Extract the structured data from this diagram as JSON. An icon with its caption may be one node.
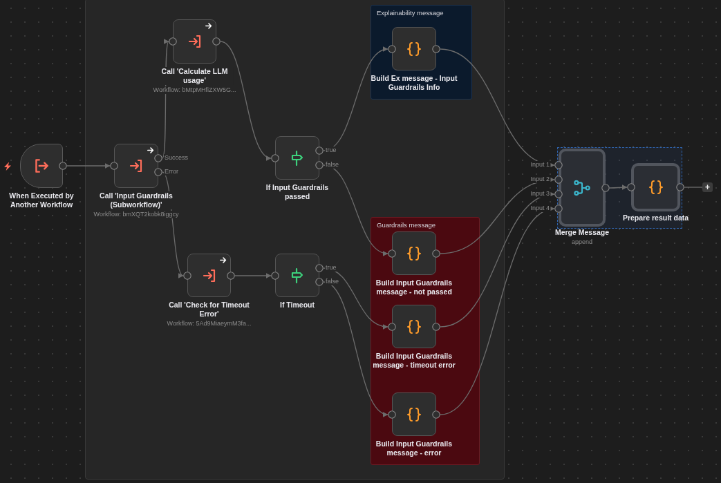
{
  "diagram": {
    "nodes": [
      {
        "text": [
          "When Executed by Another Workflow"
        ]
      },
      {
        "text": [
          "Success",
          "Error",
          "Call 'Input Guardrails (Subworkflow)'",
          "Workflow: bmXQT2kobk8iggcy"
        ]
      },
      {
        "text": [
          "Call 'Calculate LLM usage'",
          "Workflow: bMtpMHfiZXW5G..."
        ]
      },
      {
        "text": [
          "Call 'Check for Timeout Error'",
          "Workflow: 5Ad9MiaeymM3fa..."
        ]
      },
      {
        "text": [
          "true",
          "false",
          "If Input Guardrails passed"
        ]
      },
      {
        "text": [
          "If Timeout"
        ],
        "beside": [
          "true",
          "false"
        ]
      },
      {
        "text": [
          "Explainability message"
        ]
      },
      {
        "text": [
          "Build Ex message - Input Guardrails Info"
        ],
        "in": 6
      },
      {
        "text": [
          "Guardrails message"
        ]
      },
      {
        "text": [
          "Build Input Guardrails message - not passed"
        ],
        "in": 8
      },
      {
        "text": [
          "Build Input Guardrails message - timeout error"
        ],
        "in": 8
      },
      {
        "text": [
          "Build Input Guardrails message - error"
        ],
        "in": 8
      },
      {
        "text": [
          "Merge Message",
          "append"
        ],
        "beside": [
          "Input 1",
          "Input 2",
          "Input 3",
          "Input 4"
        ]
      },
      {
        "text": [
          "Prepare result data"
        ]
      },
      {
        "text": [
          "+"
        ]
      }
    ],
    "edges": [
      {
        "from": 0,
        "to": 1,
        "arrow": "to"
      },
      {
        "from": 1,
        "to": 2,
        "arrow": "to"
      },
      {
        "from": 1,
        "to": 3,
        "arrow": "to"
      },
      {
        "from": 2,
        "to": 4,
        "arrow": "to"
      },
      {
        "from": 3,
        "to": 5,
        "arrow": "to"
      },
      {
        "from": 4,
        "to": 7,
        "arrow": "to"
      },
      {
        "from": 4,
        "to": 9,
        "arrow": "to"
      },
      {
        "from": 5,
        "to": 10,
        "arrow": "to"
      },
      {
        "from": 5,
        "to": 11,
        "arrow": "to"
      },
      {
        "from": 7,
        "to": 12,
        "arrow": "to"
      },
      {
        "from": 9,
        "to": 12,
        "arrow": "to"
      },
      {
        "from": 10,
        "to": 12,
        "arrow": "to"
      },
      {
        "from": 11,
        "to": 12,
        "arrow": "to"
      },
      {
        "from": 12,
        "to": 13,
        "arrow": "to"
      },
      {
        "from": 13,
        "to": 14,
        "arrow": "none"
      }
    ]
  }
}
